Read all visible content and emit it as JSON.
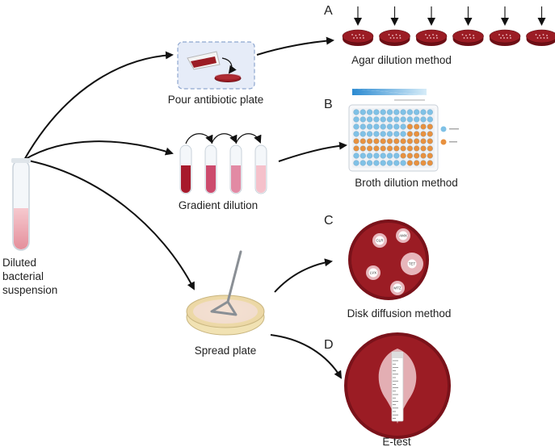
{
  "panels": {
    "a": {
      "letter": "A",
      "label": "Agar dilution method"
    },
    "b": {
      "letter": "B",
      "label": "Broth dilution method"
    },
    "c": {
      "letter": "C",
      "label": "Disk diffusion method"
    },
    "d": {
      "letter": "D",
      "label": "E-test"
    }
  },
  "steps": {
    "pour": "Pour antibiotic plate",
    "gradient": "Gradient dilution",
    "spread": "Spread plate"
  },
  "source": {
    "line1": "Diluted",
    "line2": "bacterial",
    "line3": "suspension"
  },
  "disks": [
    "CLR",
    "AMX",
    "TET",
    "LVX",
    "MTZ"
  ],
  "colors": {
    "agar": "#9b1c24",
    "agar_dark": "#6e0f16",
    "blue_well": "#7fc1e6",
    "orange_well": "#e8913f",
    "tube_pink": "#e8a5ae"
  }
}
